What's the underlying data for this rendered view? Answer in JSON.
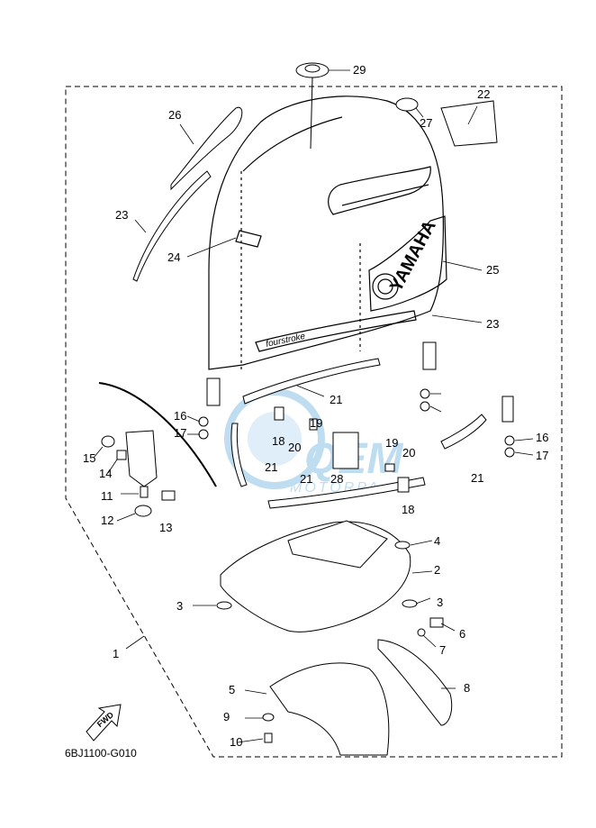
{
  "diagram": {
    "code": "6BJ1100-G010",
    "fwd_label": "FWD",
    "cowling_brand": "YAMAHA",
    "cowling_script": "fourstroke",
    "watermark_text": "MOTORPA",
    "colors": {
      "line": "#000000",
      "watermark": "#4a9fd8"
    },
    "callouts": [
      "1",
      "2",
      "3",
      "3",
      "4",
      "5",
      "6",
      "7",
      "8",
      "9",
      "10",
      "11",
      "12",
      "13",
      "14",
      "15",
      "16",
      "16",
      "17",
      "17",
      "18",
      "18",
      "19",
      "19",
      "20",
      "20",
      "21",
      "21",
      "21",
      "21",
      "22",
      "23",
      "23",
      "24",
      "25",
      "26",
      "27",
      "28",
      "29"
    ]
  }
}
